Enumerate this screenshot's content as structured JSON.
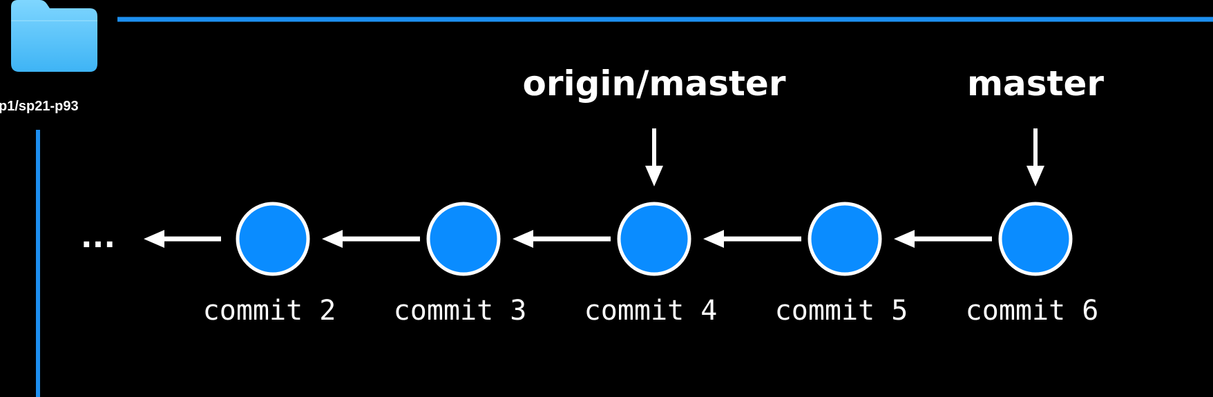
{
  "folder": {
    "icon": "folder-icon",
    "label": "p1/sp21-p93",
    "color": "#5ac8fa"
  },
  "colors": {
    "background": "#000000",
    "accent_line": "#1d8ff0",
    "commit_fill": "#0a8cff",
    "commit_stroke": "#ffffff",
    "text": "#ffffff"
  },
  "history": {
    "leading_ellipsis": "...",
    "commits": [
      {
        "label": "commit 2"
      },
      {
        "label": "commit 3"
      },
      {
        "label": "commit 4"
      },
      {
        "label": "commit 5"
      },
      {
        "label": "commit 6"
      }
    ]
  },
  "refs": [
    {
      "label": "origin/master",
      "points_to": "commit 4"
    },
    {
      "label": "master",
      "points_to": "commit 6"
    }
  ]
}
